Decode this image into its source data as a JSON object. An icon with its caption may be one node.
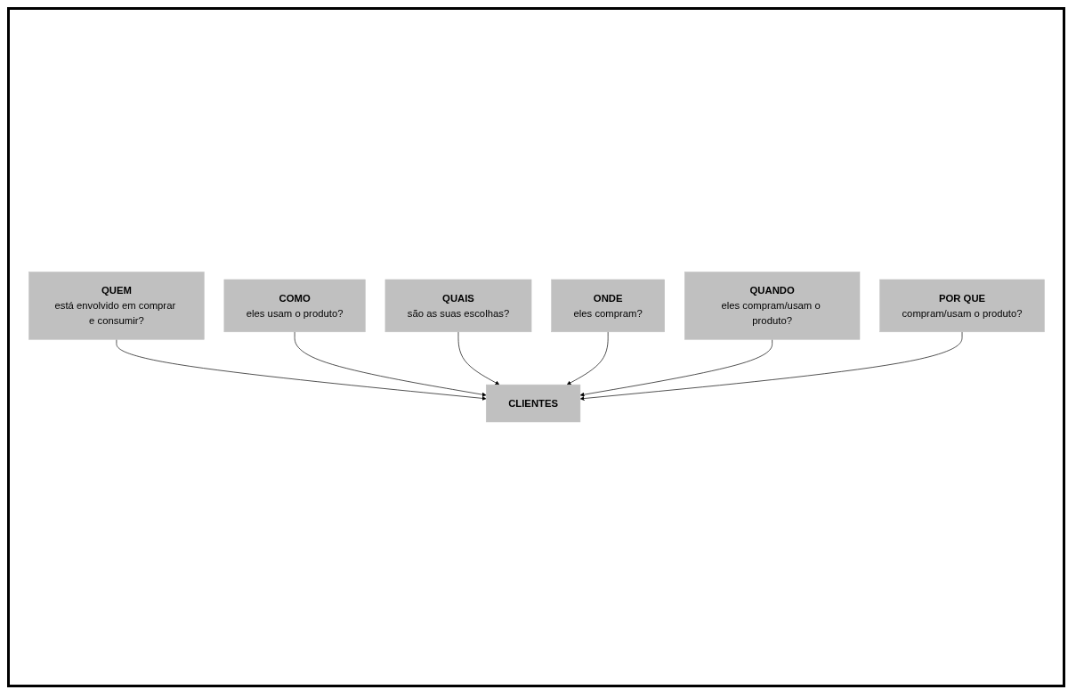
{
  "diagram": {
    "nodes": [
      {
        "text": [
          "QUEM",
          "está envolvido em comprar e consumir?"
        ]
      },
      {
        "text": [
          "COMO",
          "eles usam o produto?"
        ]
      },
      {
        "text": [
          "QUAIS",
          "são as suas escolhas?"
        ]
      },
      {
        "text": [
          "CLIENTES"
        ]
      },
      {
        "text": [
          "ONDE",
          "eles compram?"
        ]
      },
      {
        "text": [
          "QUANDO",
          "eles compram/usam o produto?"
        ]
      },
      {
        "text": [
          "POR QUE",
          "compram/usam o produto?"
        ]
      }
    ],
    "edges": [
      {
        "from": 0,
        "to": 3,
        "arrow": "to"
      },
      {
        "from": 1,
        "to": 3,
        "arrow": "to"
      },
      {
        "from": 2,
        "to": 3,
        "arrow": "to"
      },
      {
        "from": 4,
        "to": 3,
        "arrow": "to"
      },
      {
        "from": 5,
        "to": 3,
        "arrow": "to"
      },
      {
        "from": 6,
        "to": 3,
        "arrow": "to"
      }
    ]
  }
}
